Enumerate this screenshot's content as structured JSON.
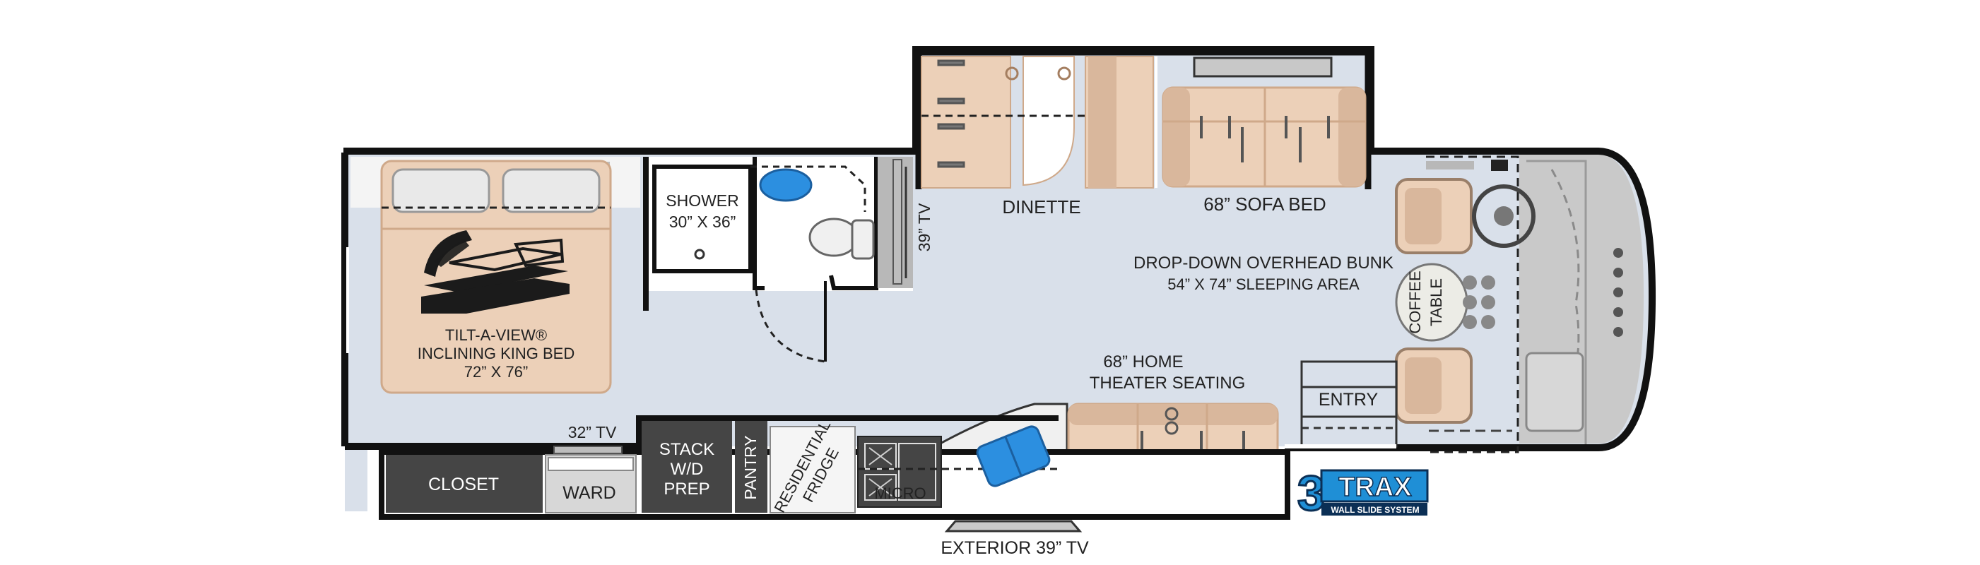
{
  "labels": {
    "shower_1": "SHOWER",
    "shower_2": "30” X 36”",
    "bed_1": "TILT-A-VIEW®",
    "bed_2": "INCLINING KING BED",
    "bed_3": "72” X 76”",
    "tv_interior": "39” TV",
    "dinette": "DINETTE",
    "sofa_bed": "68” SOFA BED",
    "bunk_1": "DROP-DOWN OVERHEAD BUNK",
    "bunk_2": "54” X 74” SLEEPING AREA",
    "coffee_1": "COFFEE",
    "coffee_2": "TABLE",
    "theater_1": "68” HOME",
    "theater_2": "THEATER SEATING",
    "entry": "ENTRY",
    "tv_32": "32” TV",
    "closet": "CLOSET",
    "ward": "WARD",
    "stack_1": "STACK",
    "stack_2": "W/D",
    "stack_3": "PREP",
    "pantry": "PANTRY",
    "fridge_1": "RESIDENTIAL",
    "fridge_2": "FRIDGE",
    "micro": "MICRO",
    "tv_exterior": "EXTERIOR 39” TV"
  },
  "logo": {
    "numeral": "3",
    "word": "TRAX",
    "tagline": "WALL SLIDE SYSTEM"
  },
  "colors": {
    "floor": "#d9e0ea",
    "wall": "#111111",
    "upholstery": "#ecd0b8",
    "upholstery_shade": "#d9b79c",
    "cabinet_dark": "#454545",
    "cabinet_light": "#f5f5f5",
    "fixture_blue": "#2c8fe0",
    "cab_gray": "#b8b8b8",
    "logo_blue": "#1f8fd6"
  }
}
